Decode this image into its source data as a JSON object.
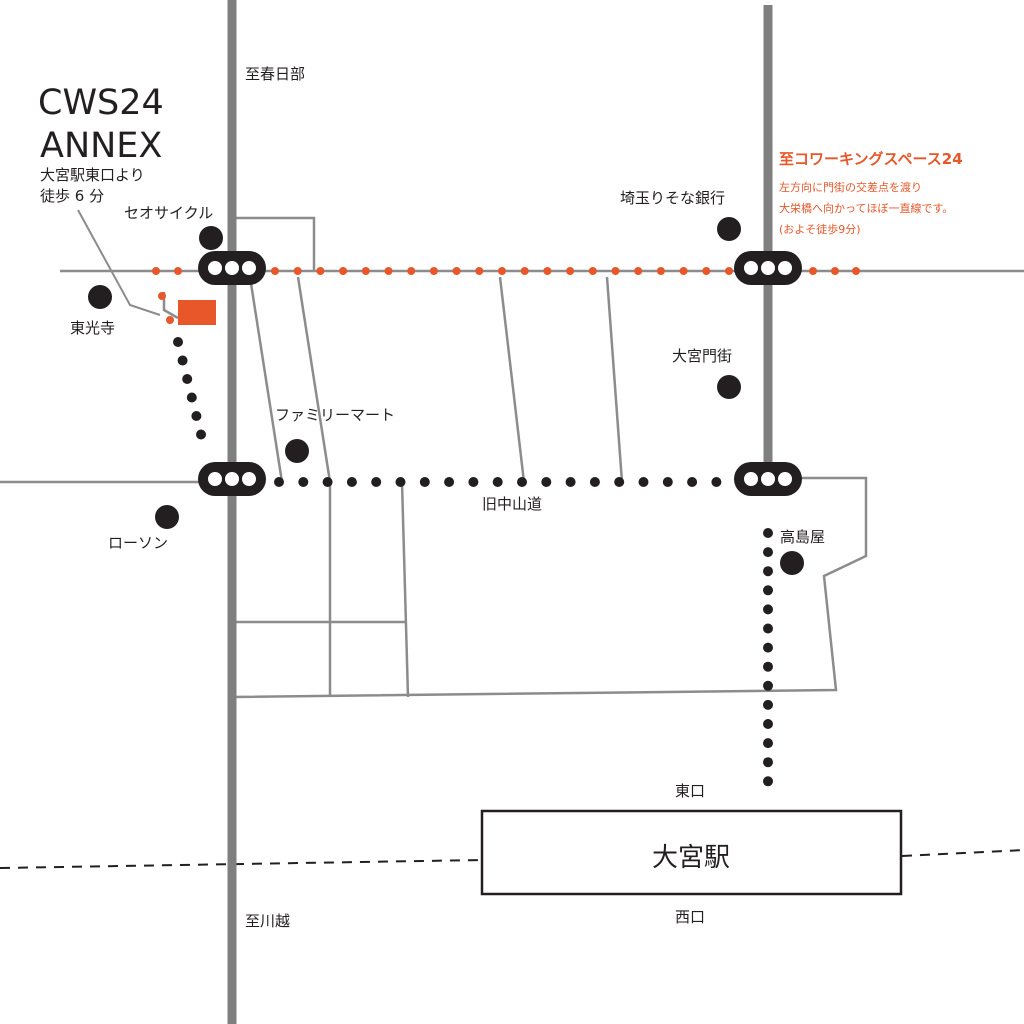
{
  "colors": {
    "accent": "#e8572a",
    "road_major": "#7f7f7f",
    "road_minor": "#8c8c8c",
    "dark": "#231f20"
  },
  "title": {
    "line1": "CWS24",
    "line2": "ANNEX",
    "sub1": "大宮駅東口より",
    "sub2": "徒歩 6 分"
  },
  "directions": {
    "to_kasukabe": "至春日部",
    "to_kawagoe": "至川越"
  },
  "route_note": {
    "heading": "至コワーキングスペース24",
    "line1": "左方向に門街の交差点を渡り",
    "line2": "大栄橋へ向かってほぼ一直線です。",
    "line3": "(およそ徒歩9分)"
  },
  "landmarks": {
    "seo_cycle": "セオサイクル",
    "tokoji": "東光寺",
    "family_mart": "ファミリーマート",
    "lawson": "ローソン",
    "resona": "埼玉りそな銀行",
    "omiya_mongai": "大宮門街",
    "takashimaya": "高島屋"
  },
  "roads": {
    "kyu_nakasendo": "旧中山道"
  },
  "station": {
    "name": "大宮駅",
    "east_exit": "東口",
    "west_exit": "西口"
  }
}
